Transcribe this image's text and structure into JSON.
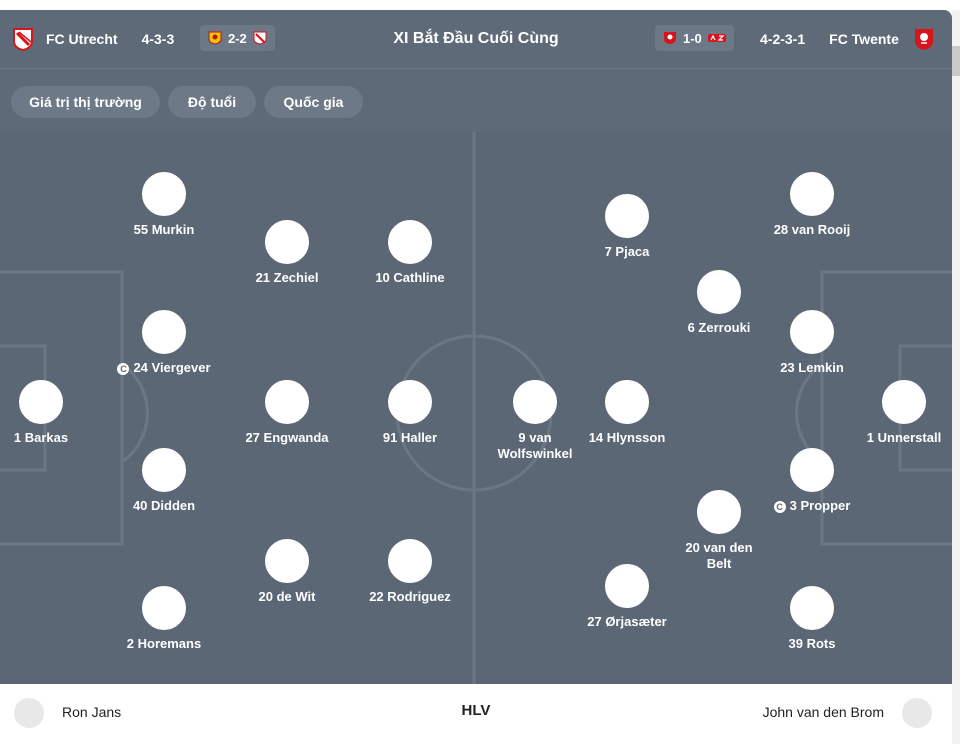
{
  "header": {
    "title": "XI Bắt Đầu Cuối Cùng",
    "home": {
      "name": "FC Utrecht",
      "formation": "4-3-3",
      "score": "2-2",
      "color": "#d7141b"
    },
    "away": {
      "name": "FC Twente",
      "formation": "4-2-3-1",
      "score": "1-0",
      "color": "#d7141b"
    }
  },
  "filters": [
    "Giá trị thị trường",
    "Độ tuổi",
    "Quốc gia"
  ],
  "home_players": [
    {
      "label": "1 Barkas",
      "captain": false
    },
    {
      "label": "55 Murkin",
      "captain": false
    },
    {
      "label": "24 Viergever",
      "captain": true
    },
    {
      "label": "40 Didden",
      "captain": false
    },
    {
      "label": "2 Horemans",
      "captain": false
    },
    {
      "label": "21 Zechiel",
      "captain": false
    },
    {
      "label": "27 Engwanda",
      "captain": false
    },
    {
      "label": "20 de Wit",
      "captain": false
    },
    {
      "label": "10 Cathline",
      "captain": false
    },
    {
      "label": "91 Haller",
      "captain": false
    },
    {
      "label": "22 Rodriguez",
      "captain": false
    }
  ],
  "away_players": [
    {
      "label": "9 van Wolfswinkel",
      "captain": false
    },
    {
      "label": "7 Pjaca",
      "captain": false
    },
    {
      "label": "14 Hlynsson",
      "captain": false
    },
    {
      "label": "27 Ørjasæter",
      "captain": false
    },
    {
      "label": "6 Zerrouki",
      "captain": false
    },
    {
      "label": "20 van den Belt",
      "captain": false
    },
    {
      "label": "28 van Rooij",
      "captain": false
    },
    {
      "label": "23 Lemkin",
      "captain": false
    },
    {
      "label": "3 Propper",
      "captain": true
    },
    {
      "label": "39 Rots",
      "captain": false
    },
    {
      "label": "1 Unnerstall",
      "captain": false
    }
  ],
  "footer": {
    "label": "HLV",
    "home_coach": "Ron Jans",
    "away_coach": "John van den Brom"
  }
}
